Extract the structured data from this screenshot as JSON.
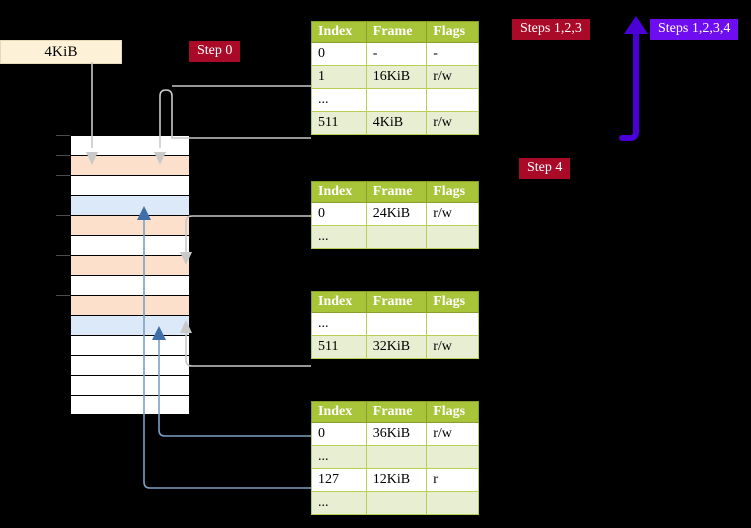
{
  "caption": {
    "size_label": "4KiB"
  },
  "badges": {
    "step0": "Step 0",
    "steps123": "Steps 1,2,3",
    "steps1234": "Steps 1,2,3,4",
    "step4": "Step 4"
  },
  "page_tables": [
    {
      "id": "pml4",
      "columns": [
        "Index",
        "Frame",
        "Flags"
      ],
      "rows": [
        {
          "index": "0",
          "frame": "-",
          "flags": "-",
          "shade": "white",
          "highlight": false
        },
        {
          "index": "1",
          "frame": "16KiB",
          "flags": "r/w",
          "shade": "alt",
          "highlight": false
        },
        {
          "index": "...",
          "frame": "",
          "flags": "",
          "shade": "white",
          "highlight": false
        },
        {
          "index": "511",
          "frame": "4KiB",
          "flags": "r/w",
          "shade": "alt",
          "highlight": true
        }
      ]
    },
    {
      "id": "pdpt",
      "columns": [
        "Index",
        "Frame",
        "Flags"
      ],
      "rows": [
        {
          "index": "0",
          "frame": "24KiB",
          "flags": "r/w",
          "shade": "white",
          "highlight": false
        },
        {
          "index": "...",
          "frame": "",
          "flags": "",
          "shade": "alt",
          "highlight": false
        }
      ]
    },
    {
      "id": "pd",
      "columns": [
        "Index",
        "Frame",
        "Flags"
      ],
      "rows": [
        {
          "index": "...",
          "frame": "",
          "flags": "",
          "shade": "white",
          "highlight": false
        },
        {
          "index": "511",
          "frame": "32KiB",
          "flags": "r/w",
          "shade": "alt",
          "highlight": false
        }
      ]
    },
    {
      "id": "pt",
      "columns": [
        "Index",
        "Frame",
        "Flags"
      ],
      "rows": [
        {
          "index": "0",
          "frame": "36KiB",
          "flags": "r/w",
          "shade": "white",
          "highlight": false
        },
        {
          "index": "...",
          "frame": "",
          "flags": "",
          "shade": "alt",
          "highlight": false
        },
        {
          "index": "127",
          "frame": "12KiB",
          "flags": "r",
          "shade": "white",
          "highlight": false
        },
        {
          "index": "...",
          "frame": "",
          "flags": "",
          "shade": "alt",
          "highlight": false
        }
      ]
    }
  ],
  "memory_column": {
    "rows": [
      {
        "fill": "white",
        "tick": true
      },
      {
        "fill": "peach",
        "tick": true
      },
      {
        "fill": "white",
        "tick": true
      },
      {
        "fill": "blue",
        "tick": false
      },
      {
        "fill": "peach",
        "tick": true
      },
      {
        "fill": "white",
        "tick": false
      },
      {
        "fill": "peach",
        "tick": true
      },
      {
        "fill": "white",
        "tick": false
      },
      {
        "fill": "peach",
        "tick": true
      },
      {
        "fill": "blue",
        "tick": false
      },
      {
        "fill": "white",
        "tick": false
      },
      {
        "fill": "white",
        "tick": false
      },
      {
        "fill": "white",
        "tick": false
      },
      {
        "fill": "white",
        "tick": false
      }
    ]
  },
  "colors": {
    "badge_red": "#a80a28",
    "badge_violet": "#6e0ef0",
    "table_header": "#a8c439",
    "table_alt_row": "#e8eed2",
    "highlight": "#ffffa8",
    "memory_peach": "#fde0cb",
    "memory_blue": "#dce9f9",
    "caption_box": "#fdf1d7",
    "wire_gray": "#c9c9c9",
    "wire_blue": "#7d9fc4",
    "arrow_blue": "#3f6fa8"
  }
}
